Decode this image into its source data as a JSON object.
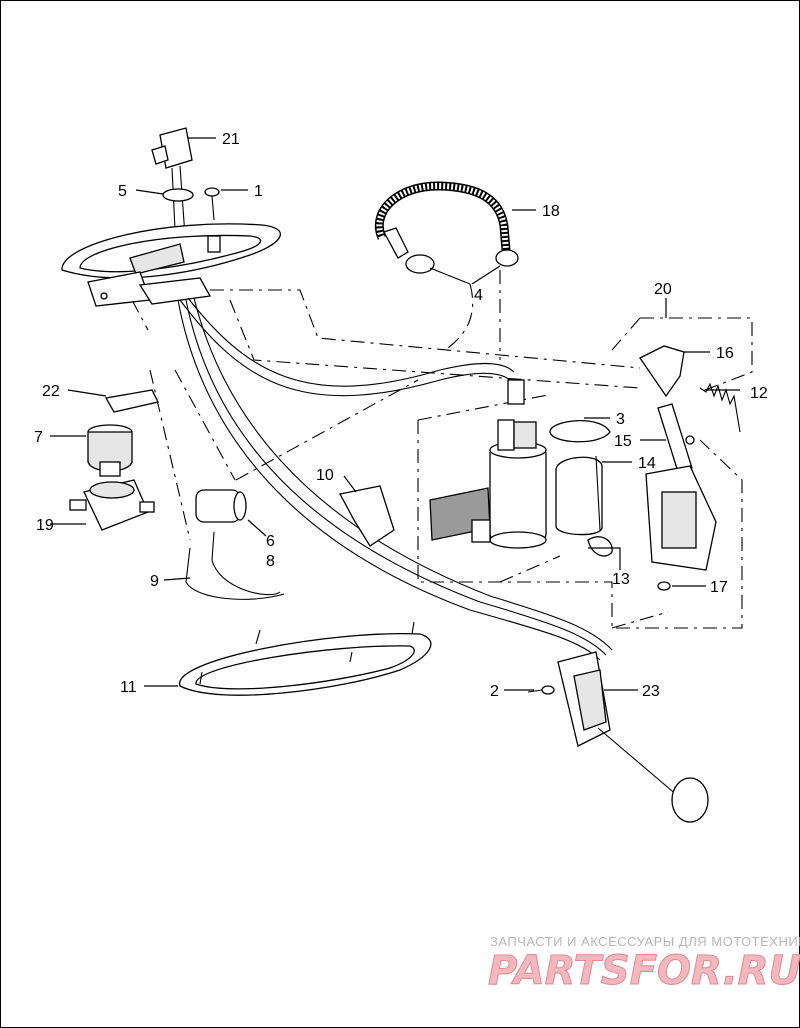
{
  "callouts": {
    "c1": "1",
    "c2": "2",
    "c3": "3",
    "c4": "4",
    "c5": "5",
    "c6": "6",
    "c7": "7",
    "c8": "8",
    "c9": "9",
    "c10": "10",
    "c11": "11",
    "c12": "12",
    "c13": "13",
    "c14": "14",
    "c15": "15",
    "c16": "16",
    "c17": "17",
    "c18": "18",
    "c19": "19",
    "c20": "20",
    "c21": "21",
    "c22": "22",
    "c23": "23"
  },
  "watermark": {
    "tagline": "ЗАПЧАСТИ И АКСЕССУАРЫ ДЛЯ МОТОТЕХНИКИ",
    "logo": "PARTSFOR.RU"
  },
  "colors": {
    "line": "#000000",
    "watermark_text": "#b8b8b8",
    "logo_fill": "#f2b8bd"
  }
}
